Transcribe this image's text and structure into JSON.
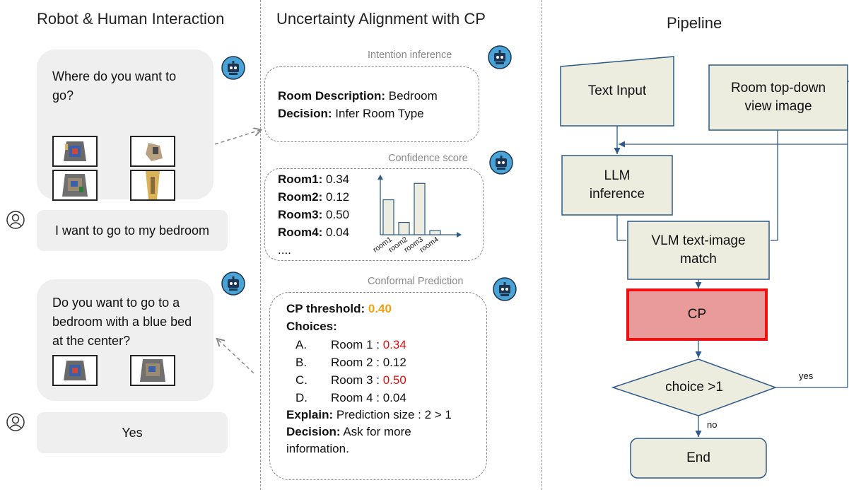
{
  "columns": {
    "left_title": "Robot & Human Interaction",
    "middle_title": "Uncertainty Alignment with CP",
    "right_title": "Pipeline"
  },
  "chat": {
    "question1": "Where do you want to go?",
    "answer1": "I want to go to my bedroom",
    "question2": "Do you want to go to a bedroom with a blue bed at the center?",
    "answer2": "Yes"
  },
  "intention": {
    "caption": "Intention inference",
    "room_description_label": "Room Description:",
    "room_description_value": "Bedroom",
    "decision_label": "Decision:",
    "decision_value": "Infer Room Type"
  },
  "confidence": {
    "caption": "Confidence score",
    "scores": [
      {
        "label": "Room1:",
        "value": "0.34"
      },
      {
        "label": "Room2:",
        "value": "0.12"
      },
      {
        "label": "Room3:",
        "value": "0.50"
      },
      {
        "label": "Room4:",
        "value": "0.04"
      }
    ],
    "ellipsis": "...."
  },
  "chart_data": {
    "type": "bar",
    "categories": [
      "room1",
      "room2",
      "room3",
      "room4"
    ],
    "values": [
      0.34,
      0.12,
      0.5,
      0.04
    ],
    "ylim": [
      0,
      0.55
    ],
    "bar_color": "#ececdf",
    "bar_border": "#2e5a87"
  },
  "conformal": {
    "caption": "Conformal Prediction",
    "threshold_label": "CP threshold:",
    "threshold_value": "0.40",
    "choices_label": "Choices:",
    "choices": [
      {
        "letter": "A.",
        "room": "Room 1 :",
        "value": "0.34",
        "highlight": true
      },
      {
        "letter": "B.",
        "room": "Room 2 :",
        "value": "0.12",
        "highlight": false
      },
      {
        "letter": "C.",
        "room": "Room 3 :",
        "value": "0.50",
        "highlight": true
      },
      {
        "letter": "D.",
        "room": "Room 4 :",
        "value": "0.04",
        "highlight": false
      }
    ],
    "explain_label": "Explain:",
    "explain_value": "Prediction size : 2 > 1",
    "decision_label": "Decision:",
    "decision_value_line1": "Ask for more",
    "decision_value_line2": "information."
  },
  "pipeline": {
    "text_input": "Text Input",
    "room_image_line1": "Room top-down",
    "room_image_line2": "view image",
    "llm_line1": "LLM",
    "llm_line2": "inference",
    "vlm_line1": "VLM text-image",
    "vlm_line2": "match",
    "cp": "CP",
    "decision": "choice >1",
    "end": "End",
    "yes_label": "yes",
    "no_label": "no"
  },
  "colors": {
    "node_fill": "#ececdf",
    "node_border": "#2e5a87",
    "cp_fill": "#e99a9a",
    "cp_border": "#ee1111",
    "robot_fill": "#4aa3d6",
    "threshold": "#f0a010",
    "highlight": "#e01010"
  }
}
